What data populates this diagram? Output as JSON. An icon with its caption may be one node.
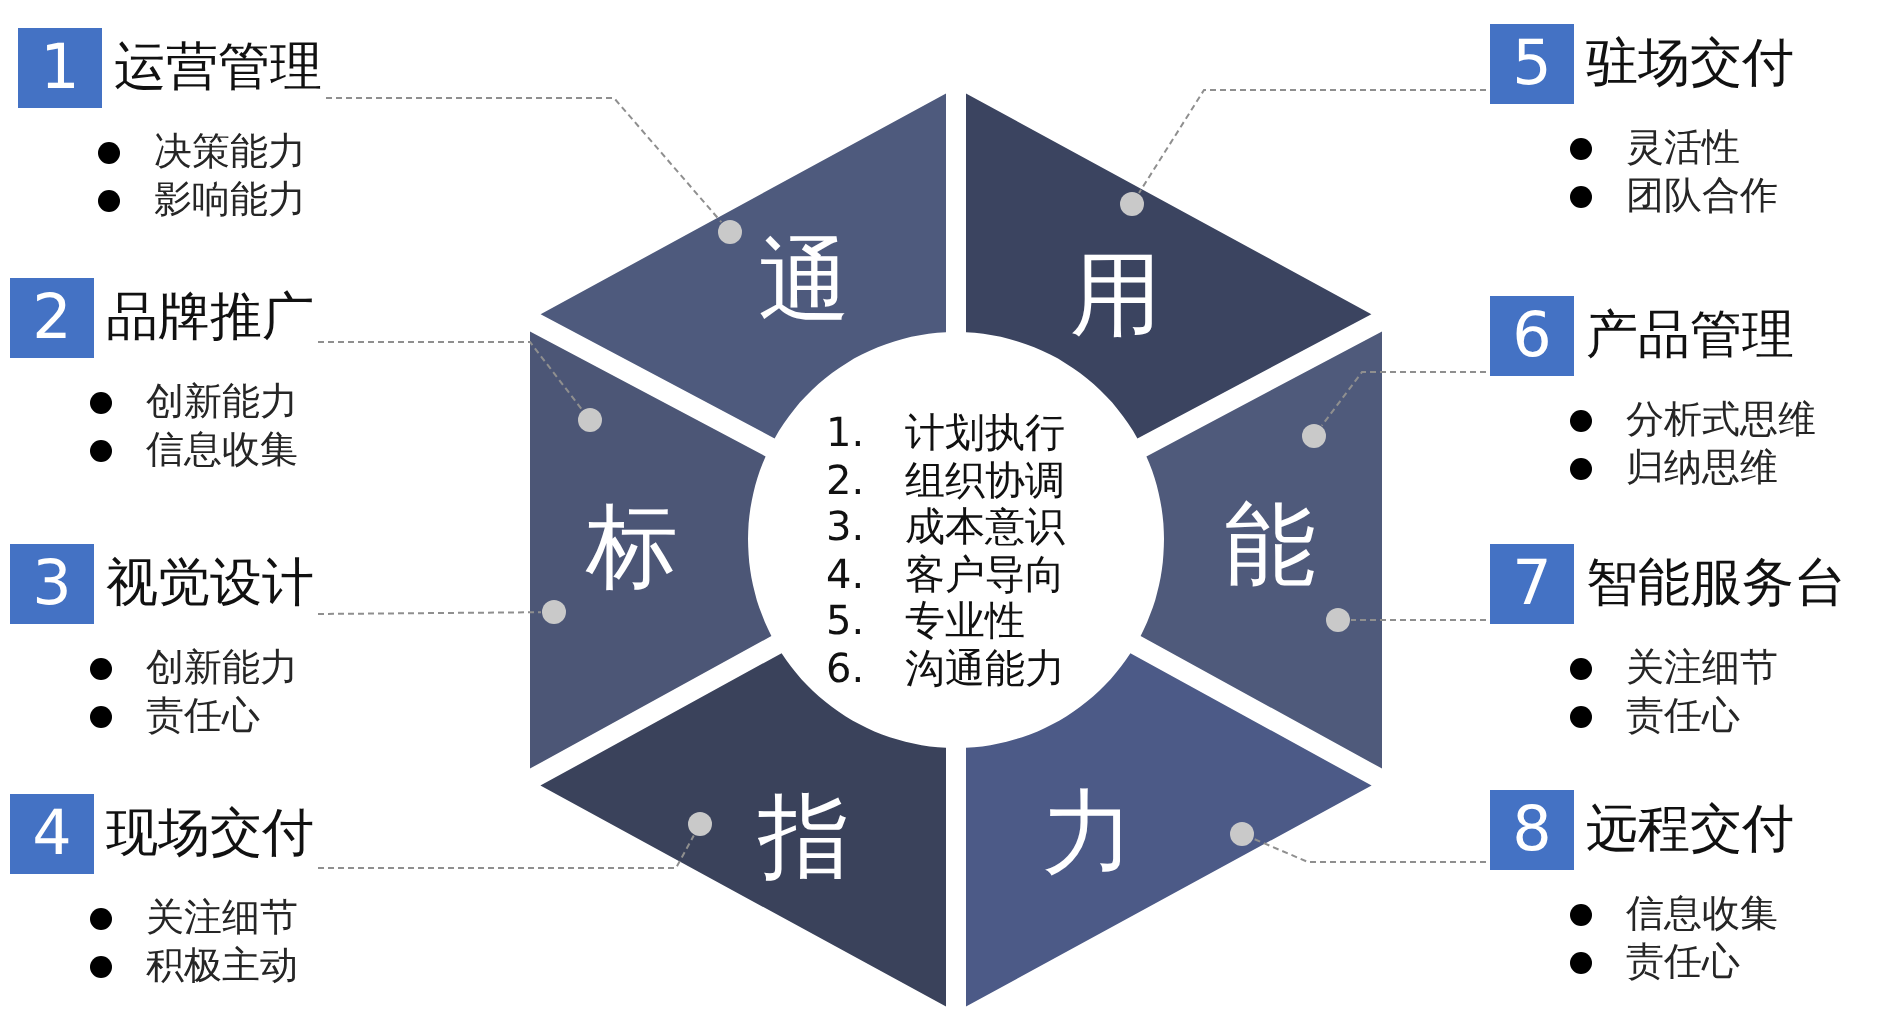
{
  "diagram": {
    "nodes": [
      {
        "text": [
          "通"
        ]
      },
      {
        "text": [
          "用"
        ]
      },
      {
        "text": [
          "能"
        ]
      },
      {
        "text": [
          "力"
        ]
      },
      {
        "text": [
          "指"
        ]
      },
      {
        "text": [
          "标"
        ]
      },
      {
        "text": [
          "1. 计划执行",
          "2. 组织协调",
          "3. 成本意识",
          "4. 客户导向",
          "5. 专业性",
          "6. 沟通能力"
        ]
      },
      {
        "text": [
          "1",
          "运营管理",
          "决策能力",
          "影响能力"
        ]
      },
      {
        "text": [
          "2",
          "品牌推广",
          "创新能力",
          "信息收集"
        ]
      },
      {
        "text": [
          "3",
          "视觉设计",
          "创新能力",
          "责任心"
        ]
      },
      {
        "text": [
          "4",
          "现场交付",
          "关注细节",
          "积极主动"
        ]
      },
      {
        "text": [
          "5",
          "驻场交付",
          "灵活性",
          "团队合作"
        ]
      },
      {
        "text": [
          "6",
          "产品管理",
          "分析式思维",
          "归纳思维"
        ]
      },
      {
        "text": [
          "7",
          "智能服务台",
          "关注细节",
          "责任心"
        ]
      },
      {
        "text": [
          "8",
          "远程交付",
          "信息收集",
          "责任心"
        ]
      },
      {
        "text": [],
        "shape": "circle",
        "in": 0
      },
      {
        "text": [],
        "shape": "circle",
        "in": 5
      },
      {
        "text": [],
        "shape": "circle",
        "in": 5
      },
      {
        "text": [],
        "shape": "circle",
        "in": 4
      },
      {
        "text": [],
        "shape": "circle",
        "in": 1
      },
      {
        "text": [],
        "shape": "circle",
        "in": 2
      },
      {
        "text": [],
        "shape": "circle",
        "in": 2
      },
      {
        "text": [],
        "shape": "circle",
        "in": 3
      }
    ],
    "edges": [
      {
        "from": 7,
        "to": 15,
        "arrow": "none",
        "style": "dashed"
      },
      {
        "from": 8,
        "to": 16,
        "arrow": "none",
        "style": "dashed"
      },
      {
        "from": 9,
        "to": 17,
        "arrow": "none",
        "style": "dashed"
      },
      {
        "from": 10,
        "to": 18,
        "arrow": "none",
        "style": "dashed"
      },
      {
        "from": 11,
        "to": 19,
        "arrow": "none",
        "style": "dashed"
      },
      {
        "from": 12,
        "to": 20,
        "arrow": "none",
        "style": "dashed"
      },
      {
        "from": 13,
        "to": 21,
        "arrow": "none",
        "style": "dashed"
      },
      {
        "from": 14,
        "to": 22,
        "arrow": "none",
        "style": "dashed"
      }
    ]
  }
}
